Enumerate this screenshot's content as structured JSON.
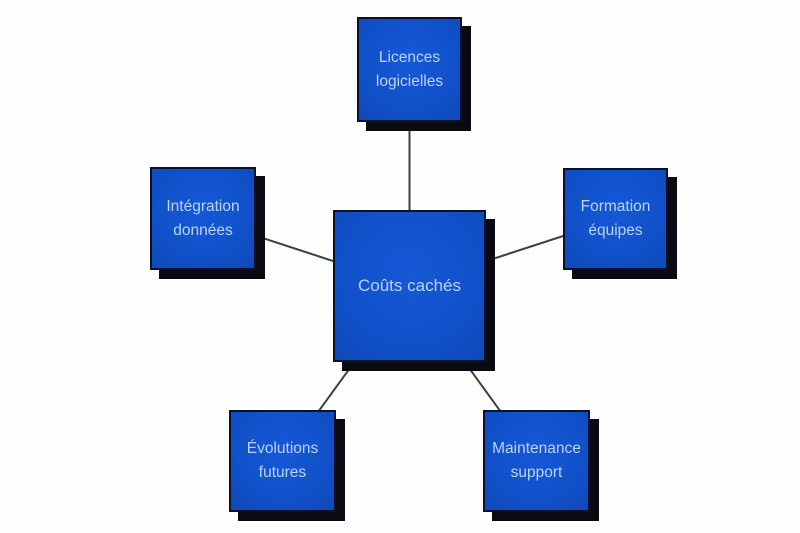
{
  "colors": {
    "background": "#fefefe",
    "box_fill": "#1152cb",
    "box_fill_light": "#1558d6",
    "box_fill_dark": "#0d49b8",
    "box_border": "#0a1128",
    "box_shadow": "#0a0a12",
    "box_text": "#bdd3f2",
    "connector": "#39423f"
  },
  "diagram": {
    "center": {
      "label": "Coûts cachés"
    },
    "nodes": {
      "top": {
        "label": "Licences logicielles",
        "line1": "Licences",
        "line2": "logicielles"
      },
      "left": {
        "label": "Intégration données",
        "line1": "Intégration",
        "line2": "données"
      },
      "right": {
        "label": "Formation équipes",
        "line1": "Formation",
        "line2": "équipes"
      },
      "bottom_left": {
        "label": "Évolutions futures",
        "line1": "Évolutions",
        "line2": "futures"
      },
      "bottom_right": {
        "label": "Maintenance support",
        "line1": "Maintenance",
        "line2": "support"
      }
    }
  }
}
